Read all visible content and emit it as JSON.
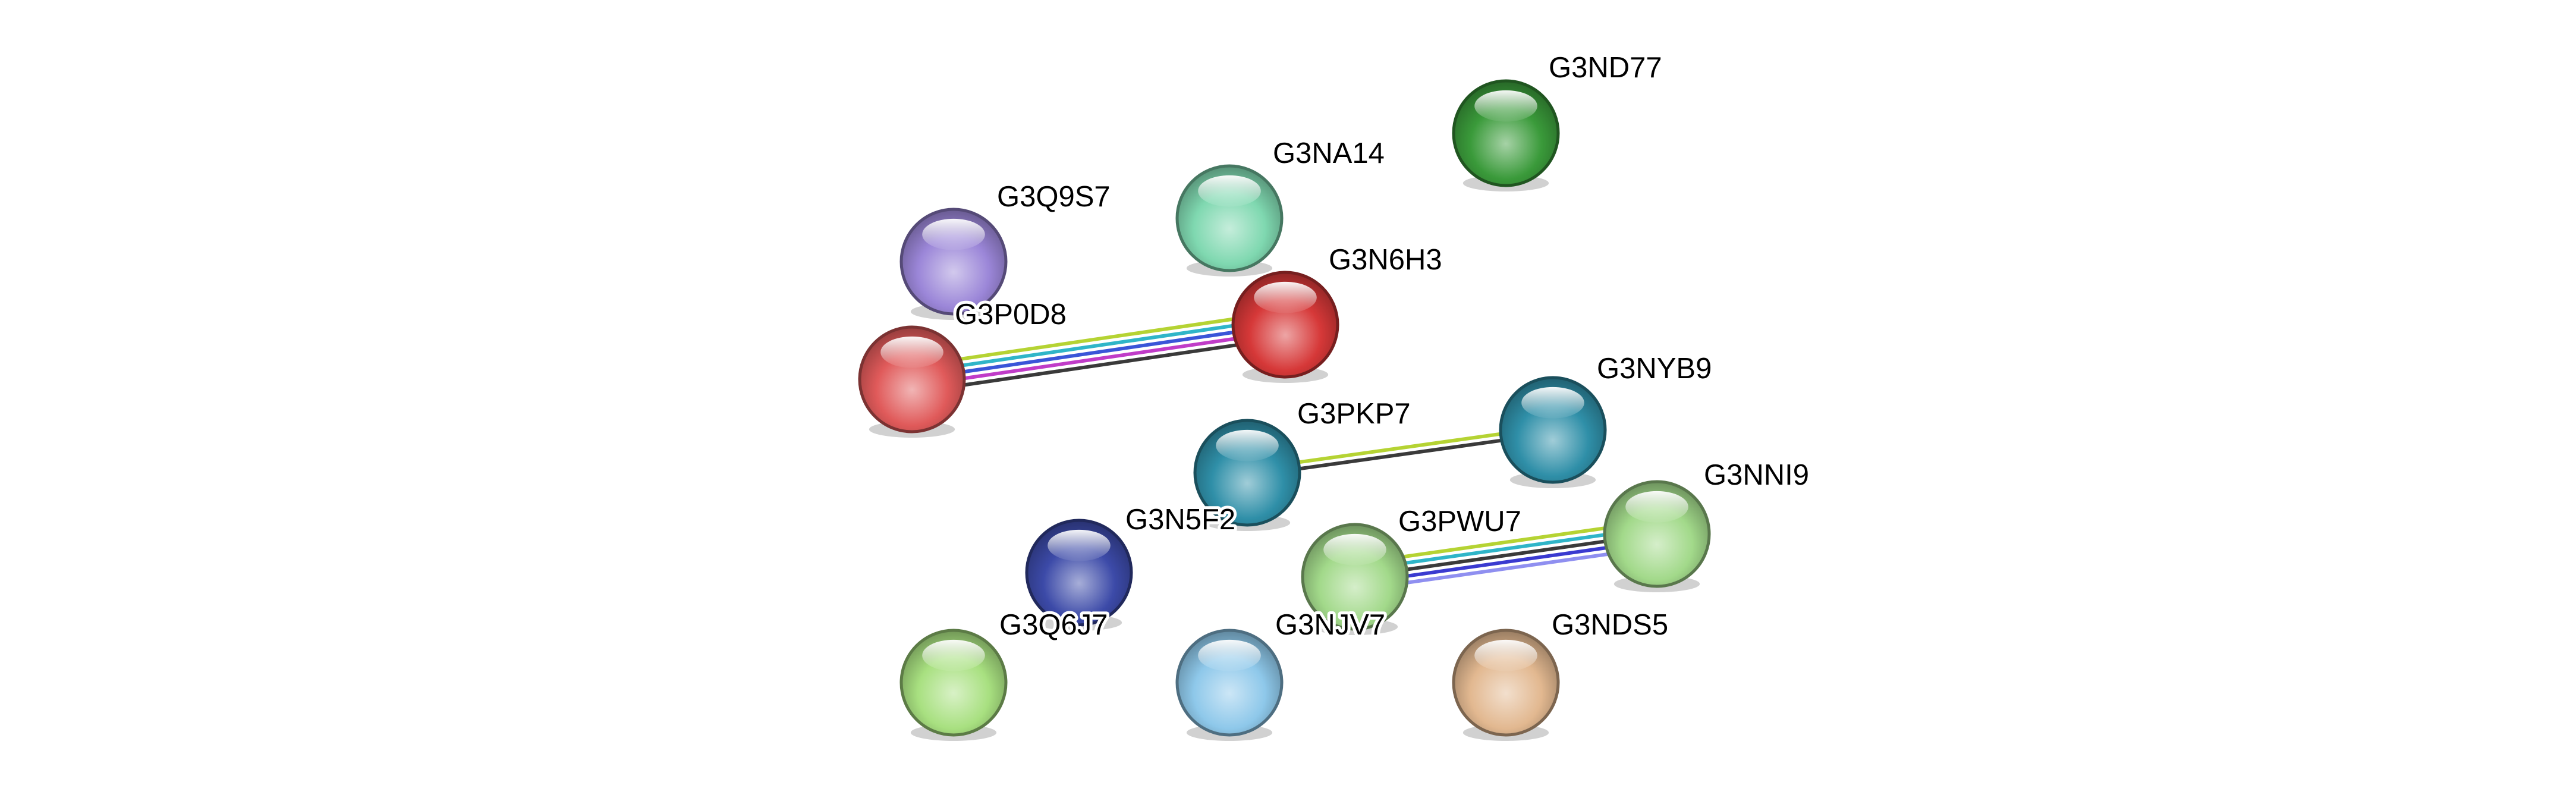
{
  "network": {
    "nodes": [
      {
        "id": "G3ND77",
        "label": "G3ND77",
        "color": "#3a9a3a"
      },
      {
        "id": "G3NA14",
        "label": "G3NA14",
        "color": "#7fd8b0"
      },
      {
        "id": "G3Q9S7",
        "label": "G3Q9S7",
        "color": "#9b86d8"
      },
      {
        "id": "G3N6H3",
        "label": "G3N6H3",
        "color": "#d63838"
      },
      {
        "id": "G3P0D8",
        "label": "G3P0D8",
        "color": "#e05a5a"
      },
      {
        "id": "G3NYB9",
        "label": "G3NYB9",
        "color": "#2f8fa8"
      },
      {
        "id": "G3PKP7",
        "label": "G3PKP7",
        "color": "#2f8fa8"
      },
      {
        "id": "G3NNI9",
        "label": "G3NNI9",
        "color": "#a2d98a"
      },
      {
        "id": "G3N5F2",
        "label": "G3N5F2",
        "color": "#3c4aa8"
      },
      {
        "id": "G3PWU7",
        "label": "G3PWU7",
        "color": "#a2d98a"
      },
      {
        "id": "G3Q6J7",
        "label": "G3Q6J7",
        "color": "#a8e080"
      },
      {
        "id": "G3NJV7",
        "label": "G3NJV7",
        "color": "#8ec8ea"
      },
      {
        "id": "G3NDS5",
        "label": "G3NDS5",
        "color": "#e2b890"
      }
    ],
    "edges": [
      {
        "source": "G3P0D8",
        "target": "G3N6H3",
        "colors": [
          "#b5d333",
          "#2fb5c8",
          "#3a55d8",
          "#c03cc8",
          "#3a3a3a"
        ]
      },
      {
        "source": "G3PKP7",
        "target": "G3NYB9",
        "colors": [
          "#b5d333",
          "#3a3a3a"
        ]
      },
      {
        "source": "G3PWU7",
        "target": "G3NNI9",
        "colors": [
          "#b5d333",
          "#2fb5c8",
          "#3a3a3a",
          "#3a3ad0",
          "#8f8ff0"
        ]
      }
    ]
  }
}
